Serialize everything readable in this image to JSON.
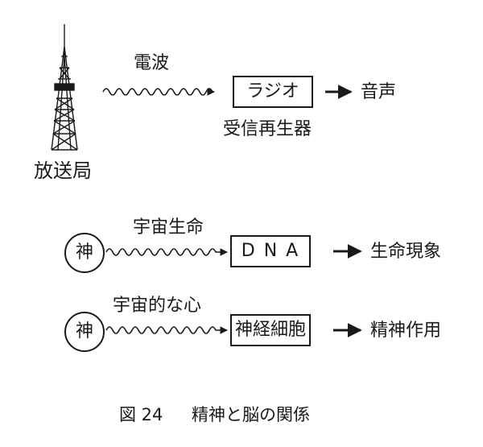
{
  "diagram": {
    "row1": {
      "source_label": "放送局",
      "wave_label": "電波",
      "box_label": "ラジオ",
      "box_caption": "受信再生器",
      "output_label": "音声"
    },
    "row2": {
      "source_label": "神",
      "wave_label": "宇宙生命",
      "box_label": "D N A",
      "output_label": "生命現象"
    },
    "row3": {
      "source_label": "神",
      "wave_label": "宇宙的な心",
      "box_label": "神経細胞",
      "output_label": "精神作用"
    }
  },
  "caption": {
    "number": "図 24",
    "title": "精神と脳の関係"
  },
  "icons": {
    "tower": "broadcast-tower-icon",
    "wave": "wavy-arrow-icon",
    "arrow": "right-arrow-icon"
  }
}
